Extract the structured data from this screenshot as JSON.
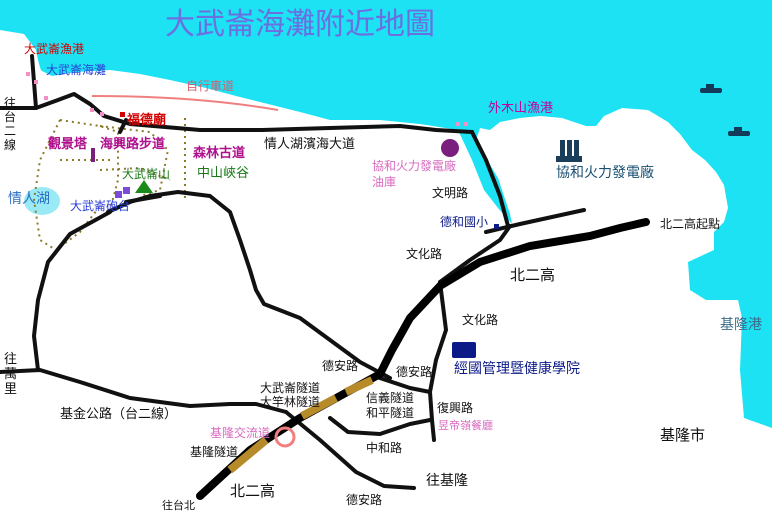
{
  "title": "大武崙海灘附近地圖",
  "labels": {
    "fishing_port": "大武崙漁港",
    "beach": "大武崙海灘",
    "bike_path": "自行車道",
    "to_route2": "往台二線",
    "fude_temple": "福德廟",
    "guanjing_tower": "觀景塔",
    "haixing_trail": "海興路步道",
    "forest_trail": "森林古道",
    "zhongshan_valley": "中山峽谷",
    "mountain": "大武崙山",
    "lovers_lake": "情人湖",
    "fort": "大武崙砲台",
    "coast_road": "情人湖濱海大道",
    "waimushan_port": "外木山漁港",
    "power_oil_depot": "協和火力發電廠油庫",
    "power_plant": "協和火力發電廠",
    "wenming_rd": "文明路",
    "dehe_school": "德和國小",
    "n2_start": "北二高起點",
    "wenhua_rd_1": "文化路",
    "n2_freeway_1": "北二高",
    "wenhua_rd_2": "文化路",
    "keelung_port": "基隆港",
    "to_wanli": "往萬里",
    "dean_rd_1": "德安路",
    "dean_rd_2": "德安路",
    "health_college": "經國管理暨健康學院",
    "jijin_road": "基金公路（台二線）",
    "tunnel_1": "大武崙隧道",
    "tunnel_2": "大竿林隧道",
    "tunnel_3": "信義隧道",
    "tunnel_4": "和平隧道",
    "fuxing_rd": "復興路",
    "restaurant": "昱帝嶺餐廳",
    "interchange": "基隆交流道",
    "keelung_tunnel": "基隆隧道",
    "zhonghe_rd": "中和路",
    "keelung_city": "基隆市",
    "to_keelung": "往基隆",
    "to_taipei": "往台北",
    "n2_freeway_2": "北二高",
    "dean_rd_3": "德安路"
  },
  "colors": {
    "sea": "#1ce2f4",
    "road": "#111111",
    "freeway": "#000000",
    "tunnel": "#b78a2a",
    "trail": "#8a7a2a",
    "bike_path": "#f08080",
    "power_plant_marker": "#7b1f7f",
    "college_marker": "#0c1a88",
    "summit_marker": "#1a8a1a",
    "interchange_ring": "#f08080"
  },
  "icons": [
    "boat-icon",
    "factory-icon",
    "summit-triangle-icon",
    "tower-icon",
    "fort-marker-icon",
    "school-marker-icon"
  ]
}
